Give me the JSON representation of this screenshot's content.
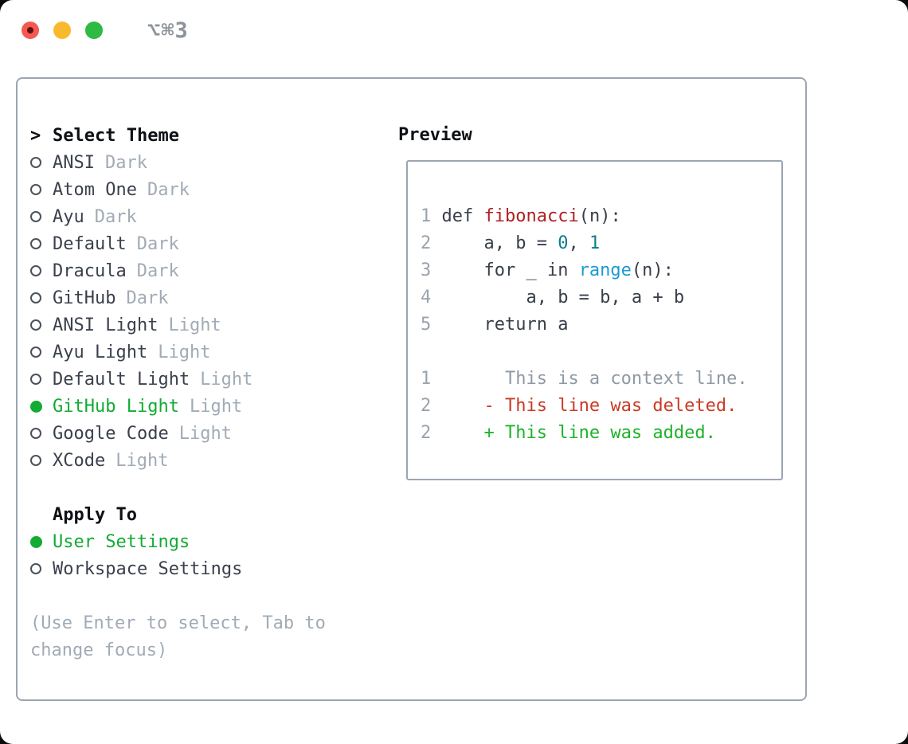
{
  "window": {
    "title": "⌥⌘3"
  },
  "theme_panel": {
    "header": "Select Theme",
    "header_prefix": ">",
    "themes": [
      {
        "label": "ANSI",
        "tag": "Dark",
        "selected": false
      },
      {
        "label": "Atom One",
        "tag": "Dark",
        "selected": false
      },
      {
        "label": "Ayu",
        "tag": "Dark",
        "selected": false
      },
      {
        "label": "Default",
        "tag": "Dark",
        "selected": false
      },
      {
        "label": "Dracula",
        "tag": "Dark",
        "selected": false
      },
      {
        "label": "GitHub",
        "tag": "Dark",
        "selected": false
      },
      {
        "label": "ANSI Light",
        "tag": "Light",
        "selected": false
      },
      {
        "label": "Ayu Light",
        "tag": "Light",
        "selected": false
      },
      {
        "label": "Default Light",
        "tag": "Light",
        "selected": false
      },
      {
        "label": "GitHub Light",
        "tag": "Light",
        "selected": true
      },
      {
        "label": "Google Code",
        "tag": "Light",
        "selected": false
      },
      {
        "label": "XCode",
        "tag": "Light",
        "selected": false
      }
    ],
    "apply_header": "Apply To",
    "apply_options": [
      {
        "label": "User Settings",
        "selected": true
      },
      {
        "label": "Workspace Settings",
        "selected": false
      }
    ],
    "hint_lines": [
      "(Use Enter to select, Tab to",
      "change focus)"
    ]
  },
  "preview": {
    "header": "Preview",
    "lines": [
      {
        "num": "1",
        "tokens": [
          {
            "text": "def ",
            "type": "code"
          },
          {
            "text": "fibonacci",
            "type": "function"
          },
          {
            "text": "(n):",
            "type": "code"
          }
        ]
      },
      {
        "num": "2",
        "tokens": [
          {
            "text": "    a, b = ",
            "type": "code"
          },
          {
            "text": "0",
            "type": "number"
          },
          {
            "text": ", ",
            "type": "code"
          },
          {
            "text": "1",
            "type": "number"
          }
        ]
      },
      {
        "num": "3",
        "tokens": [
          {
            "text": "    for _ in ",
            "type": "code"
          },
          {
            "text": "range",
            "type": "builtin"
          },
          {
            "text": "(n):",
            "type": "code"
          }
        ]
      },
      {
        "num": "4",
        "tokens": [
          {
            "text": "        a, b = b, a + b",
            "type": "code"
          }
        ]
      },
      {
        "num": "5",
        "tokens": [
          {
            "text": "    return a",
            "type": "code"
          }
        ]
      },
      {
        "num": "",
        "tokens": []
      },
      {
        "num": "1",
        "tokens": [
          {
            "text": "      This is a context line.",
            "type": "context"
          }
        ]
      },
      {
        "num": "2",
        "tokens": [
          {
            "text": "    - This line was deleted.",
            "type": "deleted"
          }
        ]
      },
      {
        "num": "2",
        "tokens": [
          {
            "text": "    + This line was added.",
            "type": "added"
          }
        ]
      }
    ]
  },
  "colors": {
    "accent-green": "#12ab34",
    "added-green": "#1db32a",
    "deleted-red": "#ca3a24",
    "function-red": "#b01f23",
    "number-teal": "#0e7c8a",
    "builtin-blue": "#1e9ad3",
    "muted-gray": "#a1abb6",
    "context-gray": "#8f99a4",
    "linenum-gray": "#99a3ae",
    "text-dark": "#3a414c",
    "code-text": "#373f49",
    "header-black": "#0d1014",
    "border-gray": "#9ca5b2",
    "title-gray": "#8d939a",
    "traffic-red": "#f45a52",
    "traffic-red-dot": "#5c120d",
    "traffic-yellow": "#f8ba2c",
    "traffic-green": "#2eba43"
  }
}
